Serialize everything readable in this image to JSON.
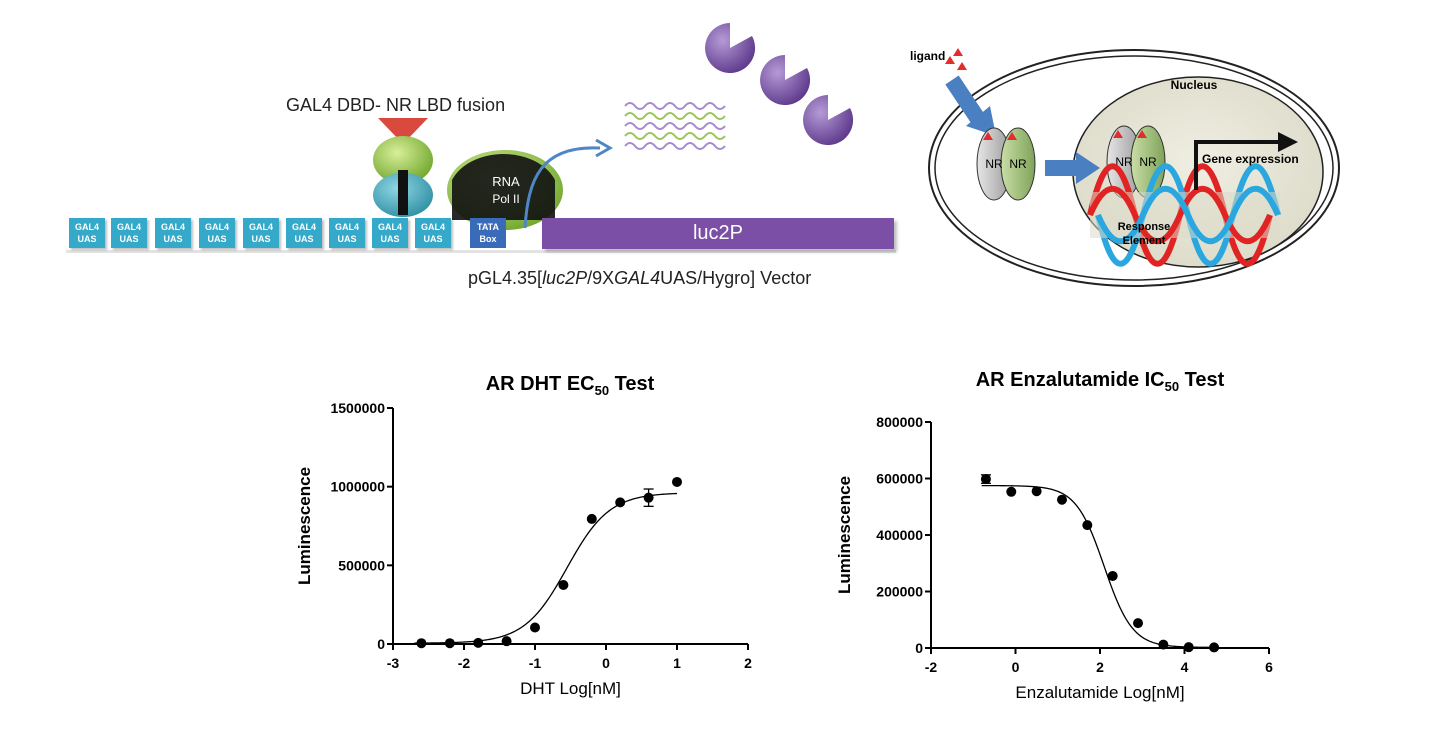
{
  "vector_diagram": {
    "fusion_label": "GAL4 DBD- NR LBD fusion",
    "uas_line1": "GAL4",
    "uas_line2": "UAS",
    "tata_line1": "TATA",
    "tata_line2": "Box",
    "rna_line1": "RNA",
    "rna_line2": "Pol II",
    "reporter_label": "luc2P",
    "vector_caption_prefix": "pGL4.35[",
    "vector_caption_luc": "luc2P",
    "vector_caption_mid": "/9X",
    "vector_caption_gal": "GAL4",
    "vector_caption_suffix": "UAS/Hygro]  Vector",
    "colors": {
      "uas": "#35a9c9",
      "tata": "#3a6bb8",
      "reporter": "#7b4fa6",
      "luciferase": "#7b4fa6"
    }
  },
  "cell_diagram": {
    "ligand_label": "ligand",
    "nucleus_label": "Nucleus",
    "nr_label": "NR",
    "gene_expression_label": "Gene expression",
    "response_line1": "Response",
    "response_line2": "Element"
  },
  "chart_data": [
    {
      "type": "scatter",
      "title_main": "AR DHT EC",
      "title_sub": "50",
      "title_end": " Test",
      "xlabel": "DHT Log[nM]",
      "ylabel": "Luminescence",
      "xlim": [
        -3,
        2
      ],
      "ylim": [
        0,
        1500000
      ],
      "xticks": [
        -3,
        -2,
        -1,
        0,
        1,
        2
      ],
      "xtick_labels": [
        "-3",
        "-2",
        "-1",
        "0",
        "1",
        "2"
      ],
      "yticks": [
        0,
        500000,
        1000000,
        1500000
      ],
      "ytick_labels": [
        "0",
        "500000",
        "1000000",
        "1500000"
      ],
      "points": [
        {
          "x": -2.6,
          "y": 5000
        },
        {
          "x": -2.2,
          "y": 5000
        },
        {
          "x": -1.8,
          "y": 7000
        },
        {
          "x": -1.4,
          "y": 18000
        },
        {
          "x": -1.0,
          "y": 105000
        },
        {
          "x": -0.6,
          "y": 375000
        },
        {
          "x": -0.2,
          "y": 795000
        },
        {
          "x": 0.2,
          "y": 900000
        },
        {
          "x": 0.6,
          "y": 930000,
          "err": 55000
        },
        {
          "x": 1.0,
          "y": 1030000
        }
      ],
      "fit": {
        "bottom": 5000,
        "top": 962000,
        "logEC50": -0.55,
        "hill": 1.45
      },
      "grid": false
    },
    {
      "type": "scatter",
      "title_main": "AR Enzalutamide IC",
      "title_sub": "50",
      "title_end": " Test",
      "xlabel": "Enzalutamide Log[nM]",
      "ylabel": "Luminescence",
      "xlim": [
        -2,
        6
      ],
      "ylim": [
        0,
        800000
      ],
      "xticks": [
        -2,
        0,
        2,
        4,
        6
      ],
      "xtick_labels": [
        "-2",
        "0",
        "2",
        "4",
        "6"
      ],
      "yticks": [
        0,
        200000,
        400000,
        600000,
        800000
      ],
      "ytick_labels": [
        "0",
        "200000",
        "400000",
        "600000",
        "800000"
      ],
      "points": [
        {
          "x": -0.7,
          "y": 598000,
          "err": 15000
        },
        {
          "x": -0.1,
          "y": 553000
        },
        {
          "x": 0.5,
          "y": 555000
        },
        {
          "x": 1.1,
          "y": 525000
        },
        {
          "x": 1.7,
          "y": 435000
        },
        {
          "x": 2.3,
          "y": 255000
        },
        {
          "x": 2.9,
          "y": 88000
        },
        {
          "x": 3.5,
          "y": 12000
        },
        {
          "x": 4.1,
          "y": 3000
        },
        {
          "x": 4.7,
          "y": 2000
        }
      ],
      "fit": {
        "bottom": 2000,
        "top": 575000,
        "logEC50": 2.1,
        "hill": -1.3
      },
      "grid": false
    }
  ]
}
